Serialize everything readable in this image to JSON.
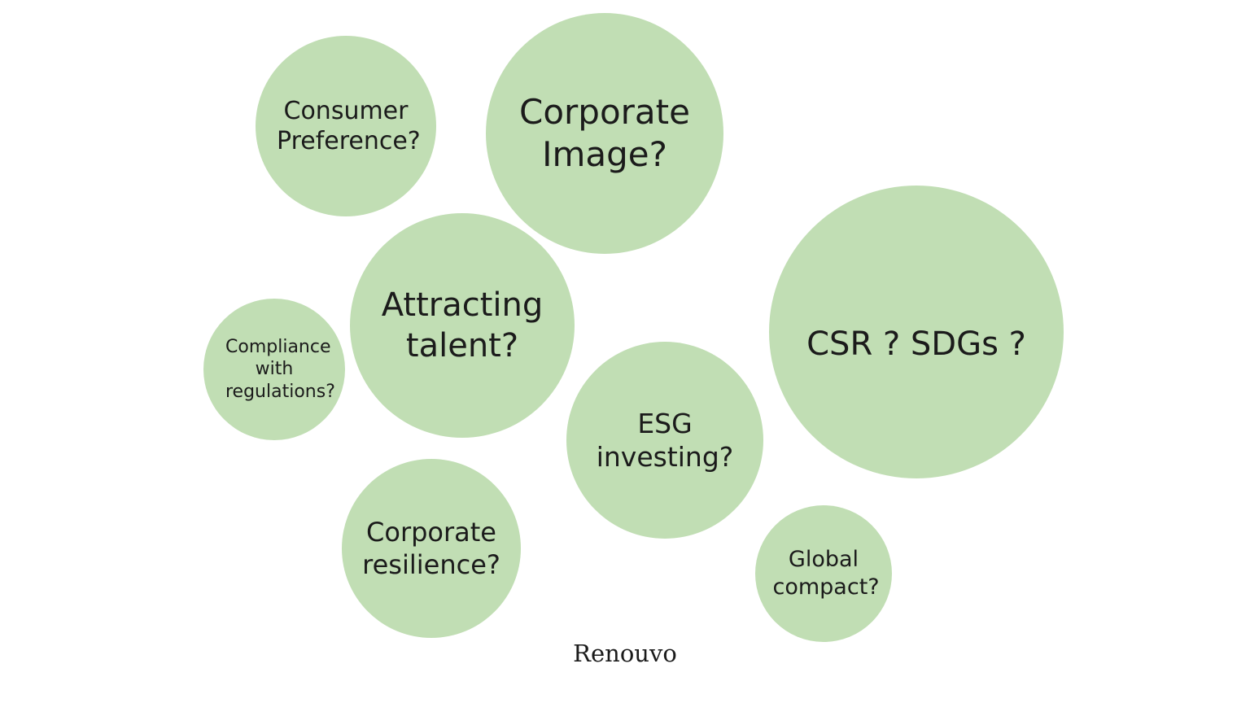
{
  "page": {
    "background_color": "#ffffff",
    "bubble_color": "#c1deb4",
    "text_color": "#1b1b1b"
  },
  "diagram": {
    "type": "bubble-map",
    "description": "Cloud of sustainability-related questions in green circles",
    "bubbles": [
      {
        "id": "consumer-preference",
        "label": "Consumer Preference?"
      },
      {
        "id": "corporate-image",
        "label": "Corporate Image?"
      },
      {
        "id": "attracting-talent",
        "label": "Attracting talent?"
      },
      {
        "id": "compliance",
        "label": "Compliance with regulations?"
      },
      {
        "id": "esg-investing",
        "label": "ESG investing?"
      },
      {
        "id": "csr-sdgs",
        "label": "CSR ? SDGs ?"
      },
      {
        "id": "corporate-resilience",
        "label": "Corporate resilience?"
      },
      {
        "id": "global-compact",
        "label": "Global compact?"
      }
    ]
  },
  "brand": {
    "label": "Renouvo"
  }
}
